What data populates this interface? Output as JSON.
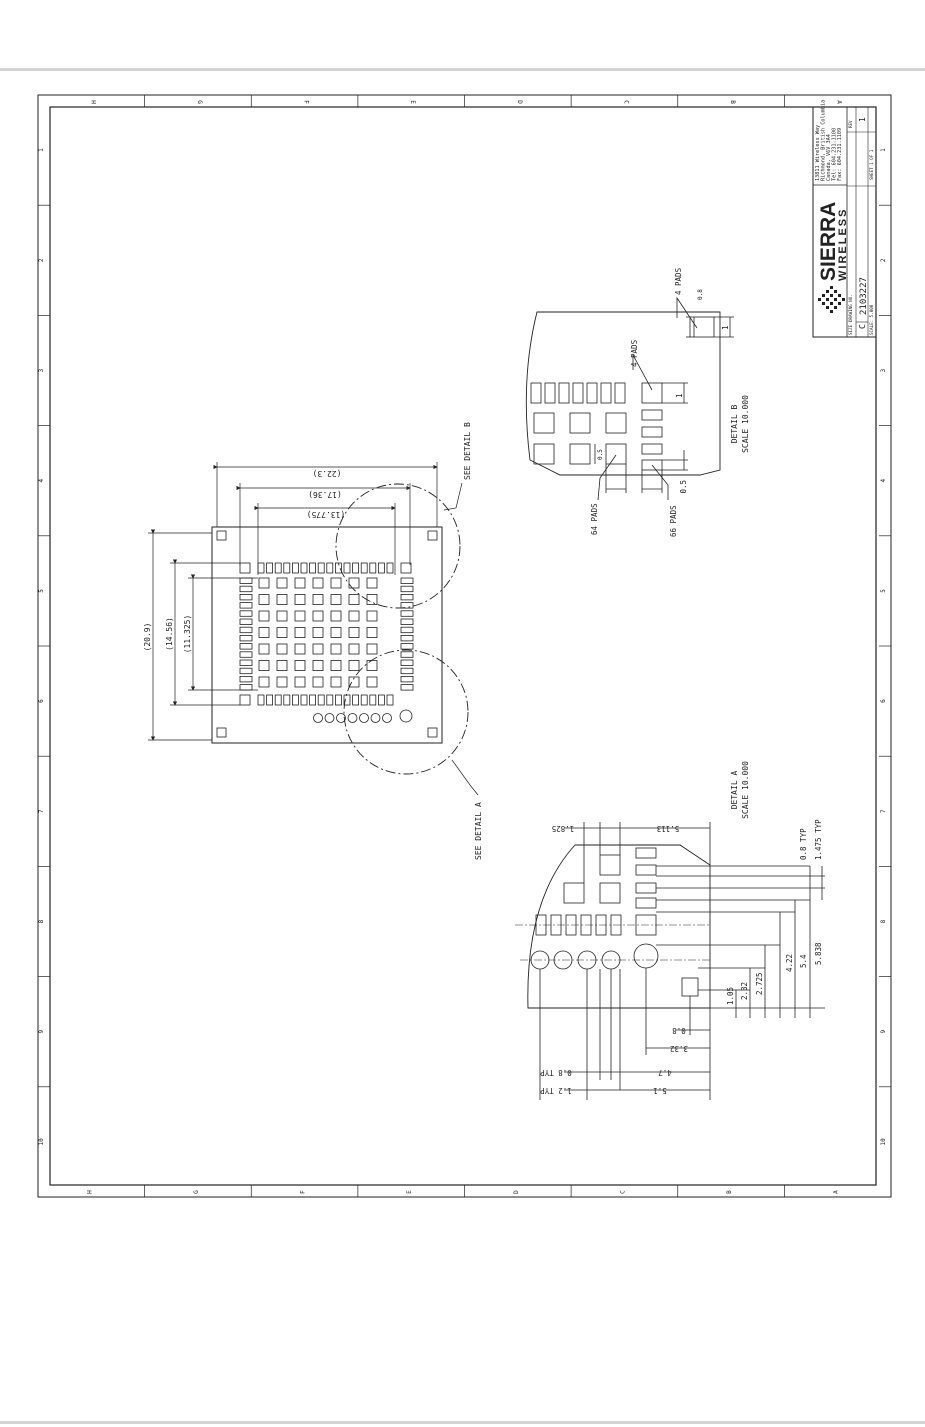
{
  "sheet": {
    "zone_letters": [
      "H",
      "G",
      "F",
      "E",
      "D",
      "C",
      "B",
      "A"
    ],
    "zone_numbers": [
      "1",
      "2",
      "3",
      "4",
      "5",
      "6",
      "7",
      "8",
      "9",
      "10"
    ]
  },
  "title_block": {
    "company_line1": "SIERRA",
    "company_line2": "WIRELESS",
    "address": [
      "13811 Wireless Way",
      "Richmond, British Columbia",
      "Canada, V6V 3A4",
      "Tel: 604.231.1100",
      "Fax: 604.231.1109"
    ],
    "size_label": "SIZE",
    "size_value": "C",
    "drawing_no_label": "DRAWING NO.",
    "drawing_no": "2103227",
    "rev_label": "REV",
    "rev_value": "1",
    "scale_label": "SCALE: 5.000",
    "sheet_label": "SHEET 1 OF 1"
  },
  "main_view": {
    "dim_width_overall": "(22.3)",
    "dim_width_mid": "(17.36)",
    "dim_width_inner": "(13.775)",
    "dim_height_overall": "(20.9)",
    "dim_height_mid": "(14.56)",
    "dim_height_inner": "(11.325)",
    "callout_detail_b": "SEE DETAIL B",
    "callout_detail_a": "SEE DETAIL A"
  },
  "detail_b": {
    "title": "DETAIL B",
    "scale": "SCALE 10.000",
    "label_4pads_top": "4 PADS",
    "label_4pads_mid": "4 PADS",
    "label_64pads": "64 PADS",
    "label_66pads": "66 PADS",
    "dim_pitch": "0.5",
    "dim_1": "1",
    "dim_1b": "1",
    "dim_08": "0.8",
    "dim_05": "0.5"
  },
  "detail_a": {
    "title": "DETAIL A",
    "scale": "SCALE 10.000",
    "dim_0_8_typ": "0.8 TYP",
    "dim_1_475_typ": "1.475 TYP",
    "dim_5_838": "5.838",
    "dim_5_4": "5.4",
    "dim_4_22": "4.22",
    "dim_2_725": "2.725",
    "dim_2_32": "2.32",
    "dim_1_05": "1.05",
    "dim_0_8": "0.8",
    "dim_3_32": "3.32",
    "dim_4_7": "4.7",
    "dim_5_1": "5.1",
    "dim_0_8_typ_b": "0.8 TYP",
    "dim_1_2_typ": "1.2 TYP",
    "dim_1_825": "1.825",
    "dim_5_113": "5.113"
  }
}
